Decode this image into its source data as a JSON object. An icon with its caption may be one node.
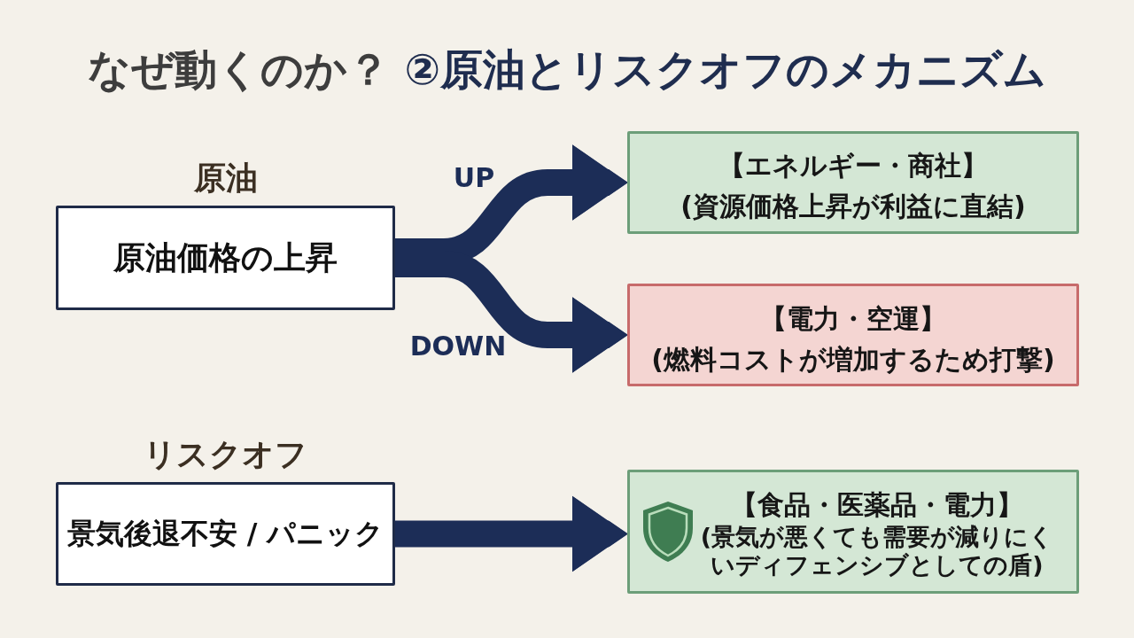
{
  "diagram": {
    "title": "なぜ動くのか？ ②原油とリスクオフのメカニズム",
    "nodes": [
      {
        "text": [
          "原油",
          "原油価格の上昇"
        ]
      },
      {
        "text": [
          "【エネルギー・商社】",
          "(資源価格上昇が利益に直結)"
        ]
      },
      {
        "text": [
          "【電力・空運】",
          "(燃料コストが増加するため打撃)"
        ]
      },
      {
        "text": [
          "リスクオフ",
          "景気後退不安 / パニック"
        ]
      },
      {
        "text": [
          "【食品・医薬品・電力】",
          "(景気が悪くても需要が減りにくいディフェンシブとしての盾)"
        ]
      }
    ],
    "edges": [
      {
        "from": 0,
        "to": 1,
        "arrow": "to",
        "label": "UP"
      },
      {
        "from": 0,
        "to": 2,
        "arrow": "to",
        "label": "DOWN"
      },
      {
        "from": 3,
        "to": 4,
        "arrow": "to"
      }
    ]
  }
}
